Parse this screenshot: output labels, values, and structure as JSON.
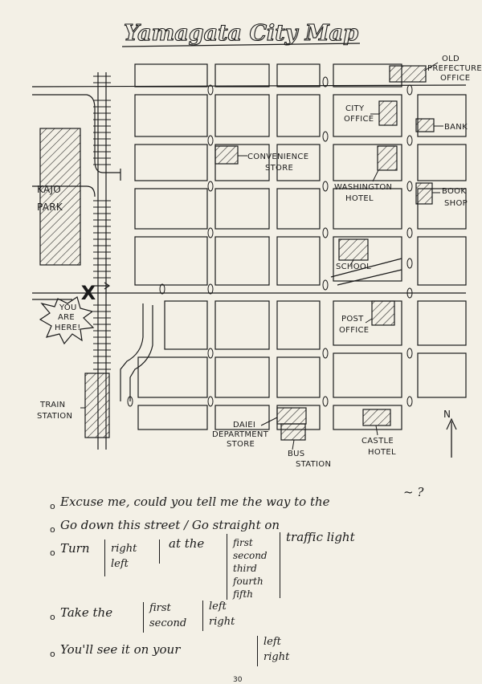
{
  "title": "Yamagata City Map",
  "labels": {
    "old_prefecture_office": [
      "OLD",
      "PREFECTURE",
      "OFFICE"
    ],
    "city_office": [
      "CITY",
      "OFFICE"
    ],
    "bank": "BANK",
    "convenience_store": [
      "CONVENIENCE",
      "STORE"
    ],
    "washington_hotel": [
      "WASHINGTON",
      "HOTEL"
    ],
    "book_shop": [
      "BOOK",
      "SHOP"
    ],
    "kajo_park": [
      "KAJO",
      "PARK"
    ],
    "school": "SCHOOL",
    "you_are_here": [
      "YOU",
      "ARE",
      "HERE!"
    ],
    "post_office": [
      "POST",
      "OFFICE"
    ],
    "train_station": [
      "TRAIN",
      "STATION"
    ],
    "daiei_department_store": [
      "DAIEI",
      "DEPARTMENT",
      "STORE"
    ],
    "bus_station": [
      "BUS",
      "STATION"
    ],
    "castle_hotel": [
      "CASTLE",
      "HOTEL"
    ],
    "north": "N",
    "you_mark": "X"
  },
  "phrases": {
    "p1": "Excuse me, could you tell me the way to the",
    "p1_tail": "~ ?",
    "p2": "Go down this street / Go straight on",
    "p3_a": "Turn",
    "p3_dirs": [
      "right",
      "left"
    ],
    "p3_b": "at the",
    "p3_ordinals": [
      "first",
      "second",
      "third",
      "fourth",
      "fifth"
    ],
    "p3_c": "traffic light",
    "p4_a": "Take the",
    "p4_ordinals": [
      "first",
      "second"
    ],
    "p4_dirs": [
      "left",
      "right"
    ],
    "p5_a": "You'll see it on your",
    "p5_dirs": [
      "left",
      "right"
    ],
    "bullet": "o"
  },
  "page_number": "30"
}
